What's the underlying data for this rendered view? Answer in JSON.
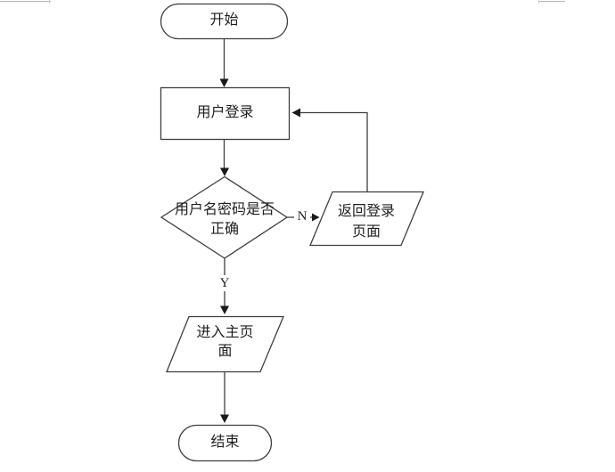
{
  "colors": {
    "background": "#ffffff",
    "shape_stroke": "#3f3f3f",
    "text": "#1f1f1f",
    "arrow_fill": "#1a1a1a",
    "page_edge_mark": "#b8b8b8"
  },
  "flowchart": {
    "nodes": {
      "start": {
        "type": "terminator",
        "label": "开始"
      },
      "login": {
        "type": "process",
        "label": "用户登录"
      },
      "decision": {
        "type": "decision",
        "line1": "用户名密码是否",
        "line2": "正确"
      },
      "return_page": {
        "type": "data",
        "line1": "返回登录",
        "line2": "页面"
      },
      "main_page": {
        "type": "data",
        "line1": "进入主页",
        "line2": "面"
      },
      "end": {
        "type": "terminator",
        "label": "结束"
      }
    },
    "edge_labels": {
      "no": "N",
      "yes": "Y"
    }
  }
}
